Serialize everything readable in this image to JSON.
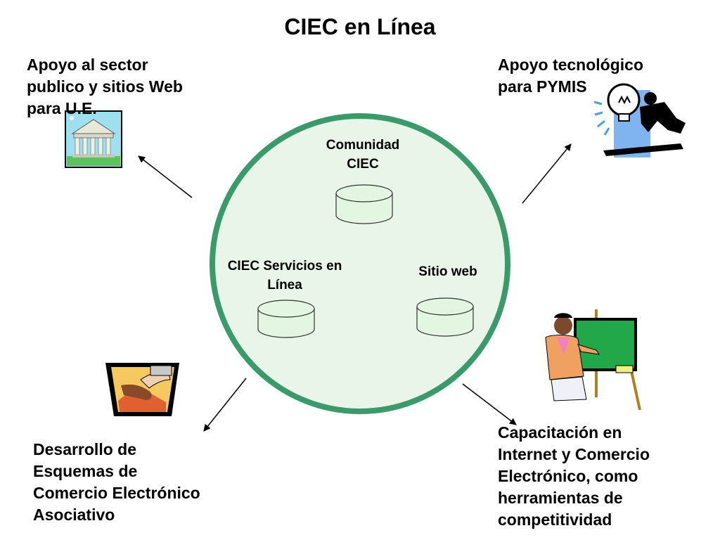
{
  "title": "CIEC en Línea",
  "corner_labels": {
    "top_left": "Apoyo al sector\npublico y sitios Web\npara U.E.",
    "top_right": "Apoyo tecnológico\npara PYMIS",
    "bottom_left": "Desarrollo de\nEsquemas de\nComercio Electrónico\nAsociativo",
    "bottom_right": "Capacitación en\nInternet y Comercio\nElectrónico, como\nherramientas de\ncompetitividad"
  },
  "circle_items": {
    "top": "Comunidad\nCIEC",
    "left": "CIEC Servicios en\nLínea",
    "right": "Sitio web"
  },
  "colors": {
    "circle_fill": "#e9f5e9",
    "circle_stroke": "#3a9a6a",
    "database_fill": "#e2f6e2",
    "arrow": "#000000"
  },
  "icons": {
    "top_left": "government-building-icon",
    "top_right": "businessman-lightbulb-icon",
    "bottom_left": "handshake-icon",
    "bottom_right": "teacher-chalkboard-icon"
  }
}
